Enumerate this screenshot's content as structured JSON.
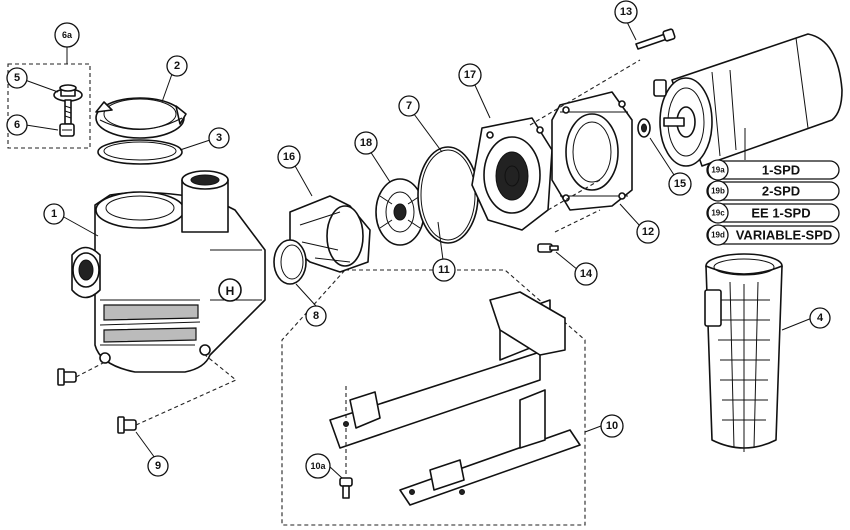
{
  "callouts": {
    "c1": "1",
    "c2": "2",
    "c3": "3",
    "c4": "4",
    "c5": "5",
    "c6": "6",
    "c6a": "6a",
    "c7": "7",
    "c8": "8",
    "c9": "9",
    "c10": "10",
    "c10a": "10a",
    "c11": "11",
    "c12": "12",
    "c13": "13",
    "c14": "14",
    "c15": "15",
    "c16": "16",
    "c17": "17",
    "c18": "18"
  },
  "motor_options": [
    {
      "badge": "19a",
      "label": "1-SPD"
    },
    {
      "badge": "19b",
      "label": "2-SPD"
    },
    {
      "badge": "19c",
      "label": "EE 1-SPD"
    },
    {
      "badge": "19d",
      "label": "VARIABLE-SPD"
    }
  ],
  "logo_mark": "H"
}
